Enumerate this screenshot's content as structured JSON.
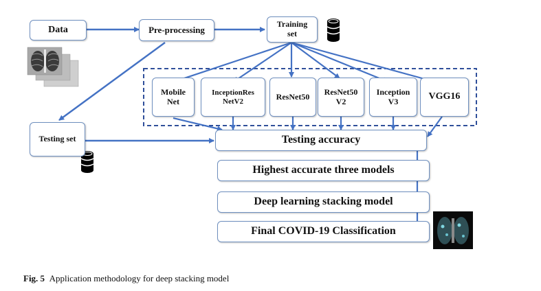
{
  "diagram": {
    "data_label": "Data",
    "preprocessing_label": "Pre-processing",
    "training_set_label_1": "Training",
    "training_set_label_2": "set",
    "testing_set_label": "Testing set",
    "models": [
      {
        "line1": "Mobile",
        "line2": "Net"
      },
      {
        "line1": "InceptionRes",
        "line2": "NetV2"
      },
      {
        "line1": "ResNet50",
        "line2": ""
      },
      {
        "line1": "ResNet50",
        "line2": "V2"
      },
      {
        "line1": "Inception",
        "line2": "V3"
      },
      {
        "line1": "VGG16",
        "line2": ""
      }
    ],
    "testing_accuracy_label": "Testing accuracy",
    "highest_three_label": "Highest accurate three models",
    "stacking_label": "Deep learning stacking model",
    "final_label": "Final COVID-19 Classification"
  },
  "caption": {
    "fig_label": "Fig. 5",
    "text": "Application methodology for deep stacking model"
  },
  "colors": {
    "arrow": "#4472c4",
    "box_border": "#6e8fbf",
    "dashed_border": "#2f4f9a"
  }
}
